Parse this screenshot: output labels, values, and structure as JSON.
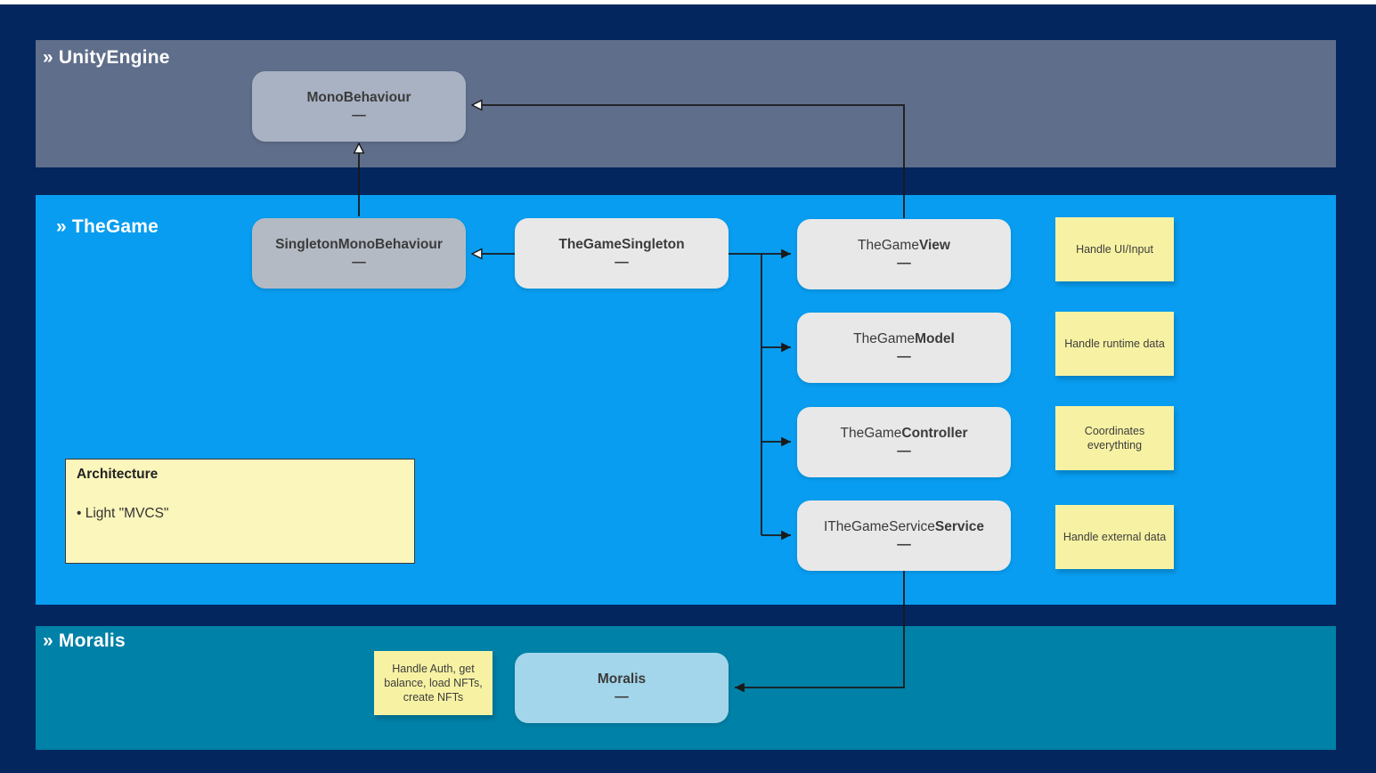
{
  "colors": {
    "background": "#03265e",
    "unity_band": "#5f6e8b",
    "thegame_band": "#089df0",
    "moralis_band": "#0081a7",
    "node_slate": "#a9b2c3",
    "node_gray": "#b4bac4",
    "node_light_gray": "#e8e8e8",
    "node_light_blue": "#a3d6ea",
    "sticky_yellow": "#f7f2a3",
    "architecture_yellow": "#fbf6bb",
    "edge_black": "#1a1a1a"
  },
  "sections": {
    "unity": {
      "label": "» UnityEngine"
    },
    "thegame": {
      "label": "» TheGame"
    },
    "moralis": {
      "label": "» Moralis"
    }
  },
  "dash": "—",
  "nodes": {
    "monobehaviour": {
      "prefix": "",
      "bold": "MonoBehaviour"
    },
    "singleton_mono": {
      "prefix": "",
      "bold": "SingletonMonoBehaviour"
    },
    "thegame_singleton": {
      "prefix": "",
      "bold": "TheGameSingleton"
    },
    "thegame_view": {
      "prefix": "TheGame",
      "bold": "View"
    },
    "thegame_model": {
      "prefix": "TheGame",
      "bold": "Model"
    },
    "thegame_controller": {
      "prefix": "TheGame",
      "bold": "Controller"
    },
    "ithegame_service": {
      "prefix": "ITheGameService",
      "bold": "Service"
    },
    "moralis": {
      "prefix": "",
      "bold": "Moralis"
    }
  },
  "notes": {
    "ui_input": "Handle UI/Input",
    "runtime_data": "Handle runtime data",
    "coordinates": "Coordinates everythting",
    "external_data": "Handle external data",
    "moralis_note": "Handle Auth, get balance, load NFTs, create NFTs"
  },
  "architecture": {
    "title": "Architecture",
    "bullet": "• Light \"MVCS\""
  },
  "connections": [
    {
      "from": "SingletonMonoBehaviour",
      "to": "MonoBehaviour",
      "type": "inheritance-hollow-arrow"
    },
    {
      "from": "TheGameSingleton",
      "to": "SingletonMonoBehaviour",
      "type": "inheritance-hollow-arrow"
    },
    {
      "from": "TheGameView",
      "to": "MonoBehaviour",
      "type": "inheritance-hollow-arrow"
    },
    {
      "from": "TheGameSingleton",
      "to": "TheGameView",
      "type": "reference-filled-arrow"
    },
    {
      "from": "TheGameSingleton",
      "to": "TheGameModel",
      "type": "reference-filled-arrow"
    },
    {
      "from": "TheGameSingleton",
      "to": "TheGameController",
      "type": "reference-filled-arrow"
    },
    {
      "from": "TheGameSingleton",
      "to": "ITheGameServiceService",
      "type": "reference-filled-arrow"
    },
    {
      "from": "ITheGameServiceService",
      "to": "Moralis",
      "type": "reference-filled-arrow"
    }
  ]
}
